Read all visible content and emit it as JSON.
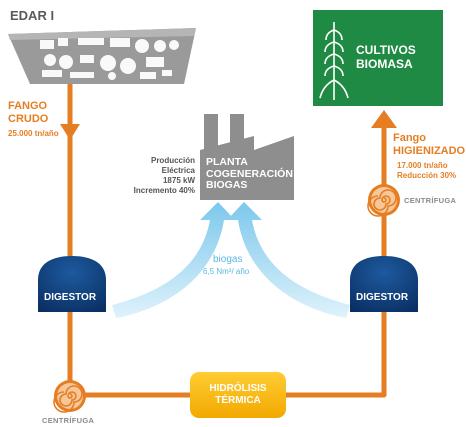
{
  "edar": {
    "title": "EDAR I"
  },
  "fango_crudo": {
    "line1": "FANGO",
    "line2": "CRUDO",
    "amount": "25.000 tn/año"
  },
  "plant": {
    "line1": "PLANTA",
    "line2": "COGENERACIÓN",
    "line3": "BIOGAS",
    "info": [
      "Producción",
      "Eléctrica",
      "1875 kW",
      "Incremento 40%"
    ]
  },
  "cultivos": {
    "line1": "CULTIVOS",
    "line2": "BIOMASA"
  },
  "fango_higienizado": {
    "line1": "Fango",
    "line2": "HIGIENIZADO",
    "amount": "17.000 tn/año",
    "reduction": "Reducción 30%"
  },
  "centrifuga_right": "CENTRÍFUGA",
  "centrifuga_left": "CENTRÍFUGA",
  "digestor_left": "DIGESTOR",
  "digestor_right": "DIGESTOR",
  "biogas": {
    "label": "biogas",
    "rate": "6,5 Nm³/ año"
  },
  "hidrolisis": {
    "line1": "HIDRÓLISIS",
    "line2": "TÉRMICA"
  },
  "colors": {
    "orange": "#e57e22",
    "navy": "#0c3d7a",
    "green": "#1f8a44",
    "gray": "#8e8e8e",
    "biogas_blue": "#8fd0ee",
    "yellow": "#f7b500"
  }
}
